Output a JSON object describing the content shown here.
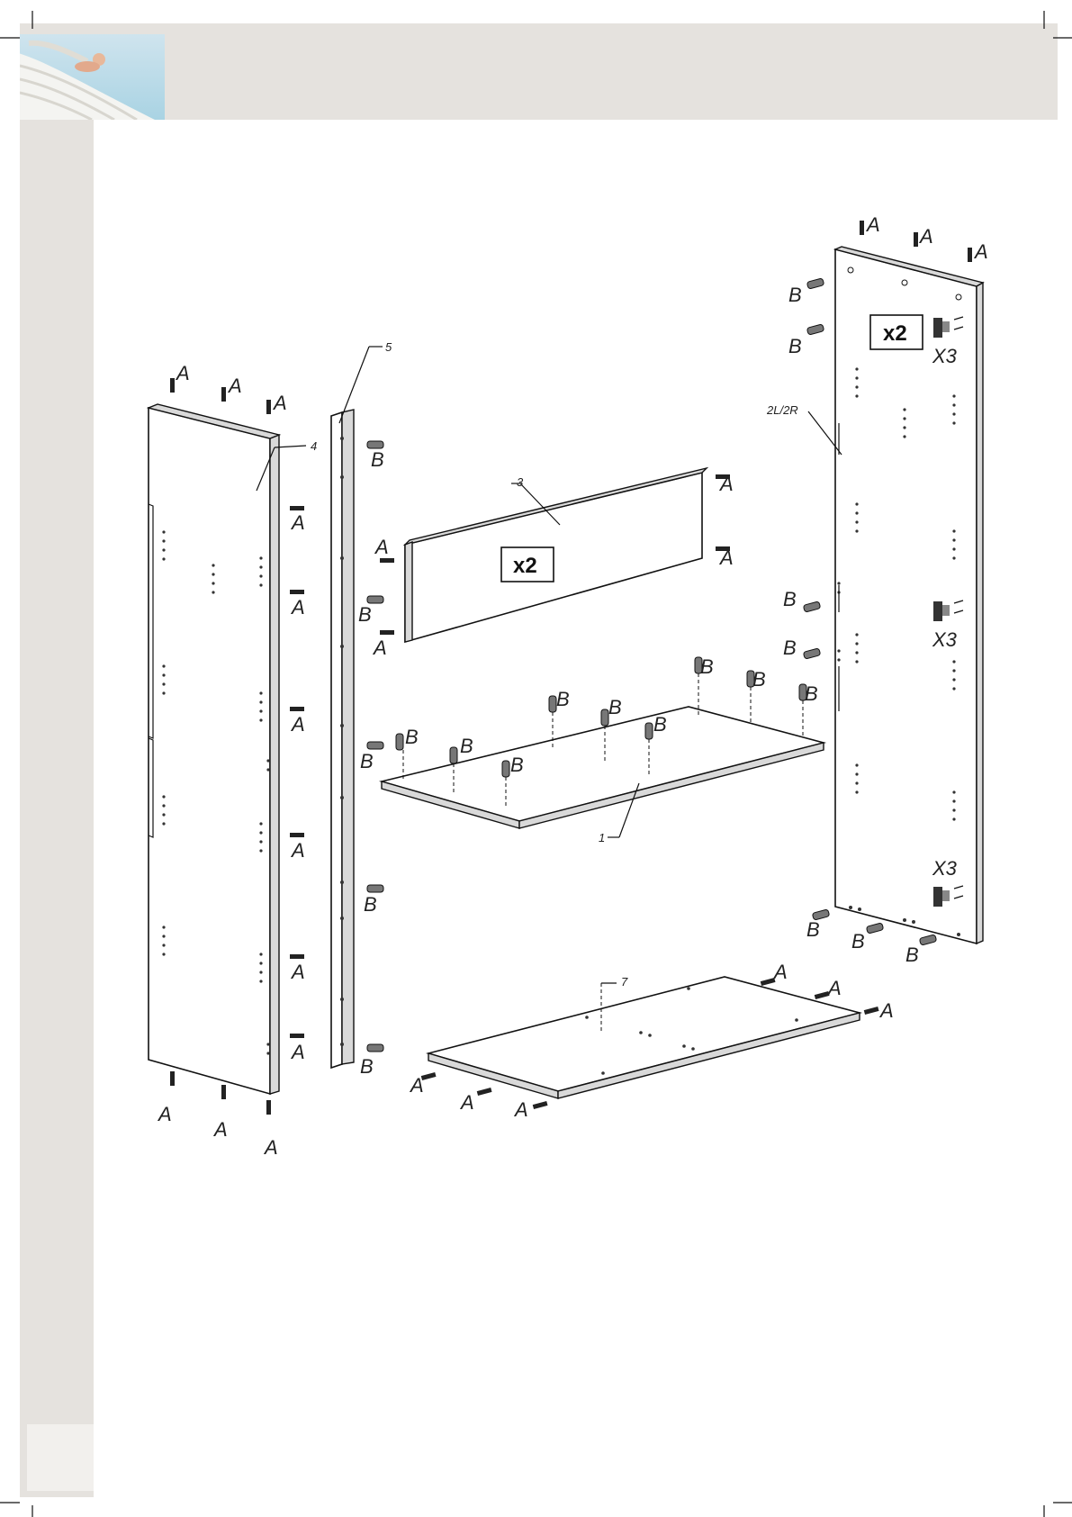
{
  "colors": {
    "band": "#e5e2de",
    "line": "#111111",
    "panel": "#ffffff"
  },
  "icons": [
    "angel-logo-image",
    "dowel-icon",
    "screw-icon",
    "cam-fitting-icon"
  ],
  "parts": {
    "p1": "1",
    "p2": "2L/2R",
    "p3": "3",
    "p4": "4",
    "p5": "5",
    "p7": "7"
  },
  "quantities": {
    "qty_side": "x2",
    "qty_back": "x2",
    "qty_cam": "X3"
  },
  "fasteners": {
    "a": "A",
    "b": "B"
  }
}
